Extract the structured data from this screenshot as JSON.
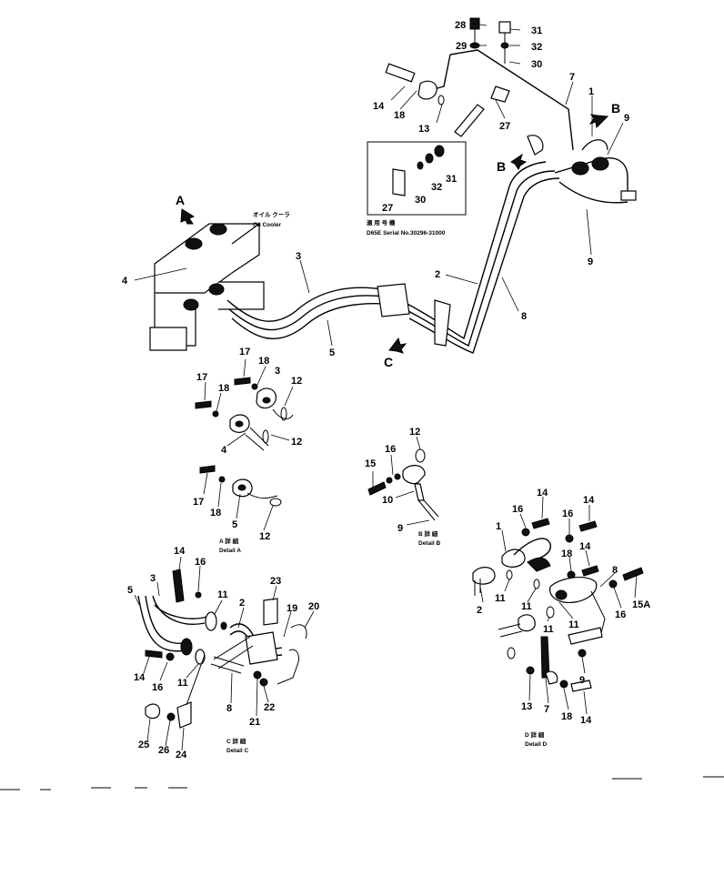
{
  "main_view": {
    "callouts": {
      "p28": "28",
      "p29": "29",
      "p31": "31",
      "p32": "32",
      "p30": "30",
      "p7": "7",
      "p14": "14",
      "p18": "18",
      "p13": "13",
      "p27": "27",
      "p1": "1",
      "p9a": "9",
      "p9b": "9",
      "p2": "2",
      "p8": "8",
      "p3": "3",
      "p4": "4",
      "p5": "5"
    },
    "view_arrows": {
      "a": "A",
      "b1": "B",
      "b2": "B",
      "c": "C"
    },
    "oil_cooler_caption_jp": "オイル クーラ",
    "oil_cooler_caption_en": "Oil Cooler"
  },
  "serial_inset": {
    "callouts": {
      "p31": "31",
      "p32": "32",
      "p30": "30",
      "p27": "27"
    },
    "caption_jp": "適 用 号 機",
    "caption_en": "D65E Serial No.30296-31000"
  },
  "detail_a": {
    "callouts": {
      "p17a": "17",
      "p18a": "18",
      "p3": "3",
      "p12a": "12",
      "p17b": "17",
      "p18b": "18",
      "p12b": "12",
      "p4": "4",
      "p17c": "17",
      "p18c": "18",
      "p5": "5",
      "p12c": "12"
    },
    "caption_jp": "A 詳 細",
    "caption_en": "Detail A"
  },
  "detail_b": {
    "callouts": {
      "p12": "12",
      "p15": "15",
      "p16": "16",
      "p10": "10",
      "p9": "9"
    },
    "caption_jp": "B 詳 細",
    "caption_en": "Detail B"
  },
  "detail_c": {
    "callouts": {
      "p14a": "14",
      "p16a": "16",
      "p3": "3",
      "p5": "5",
      "p11a": "11",
      "p2": "2",
      "p23": "23",
      "p19": "19",
      "p20": "20",
      "p14b": "14",
      "p16b": "16",
      "p11b": "11",
      "p8": "8",
      "p22": "22",
      "p21": "21",
      "p25": "25",
      "p26": "26",
      "p24": "24"
    },
    "caption_jp": "C 詳 細",
    "caption_en": "Detail C"
  },
  "detail_d": {
    "callouts": {
      "p16a": "16",
      "p14a": "14",
      "p16b": "16",
      "p14b": "14",
      "p1": "1",
      "p18": "18",
      "p14c": "14",
      "p8": "8",
      "p15a": "15A",
      "p16c": "16",
      "p11a": "11",
      "p11b": "11",
      "p2": "2",
      "p11c": "11",
      "p11d": "11",
      "p13": "13",
      "p7": "7",
      "p18b": "18",
      "p14d": "14",
      "p9": "9"
    },
    "caption_jp": "D 詳 細",
    "caption_en": "Detail D"
  }
}
